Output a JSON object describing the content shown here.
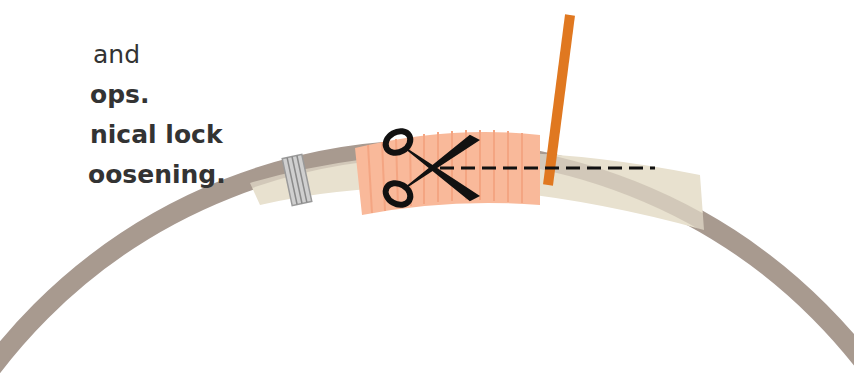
{
  "diagram": {
    "labels": [
      "and",
      "ops.",
      "nical lock",
      "oosening."
    ]
  }
}
